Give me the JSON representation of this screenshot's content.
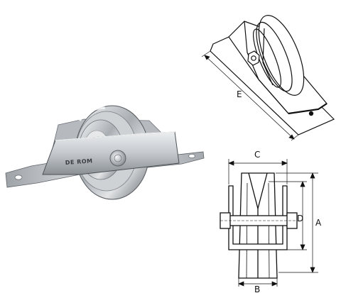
{
  "photo": {
    "brand_text": "DE ROM",
    "colors": {
      "steel_light": "#e6e8ea",
      "steel_mid": "#b8bcc0",
      "steel_dark": "#6e7378"
    }
  },
  "diagrams": {
    "perspective": {
      "dimension_e": "E"
    },
    "front_view": {
      "dimension_a": "A",
      "dimension_b": "B",
      "dimension_c": "C",
      "dimension_d": "D"
    }
  }
}
